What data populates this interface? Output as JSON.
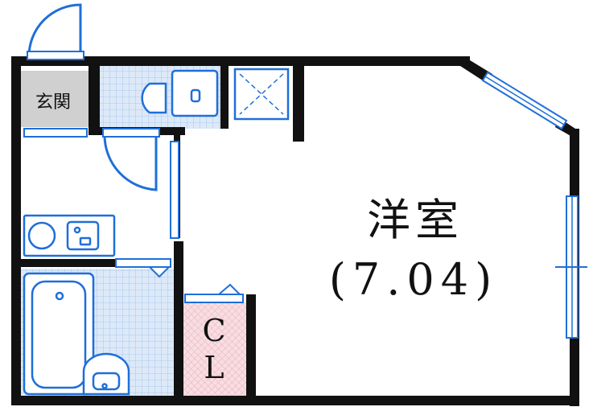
{
  "floorplan": {
    "rooms": {
      "main_room": {
        "name": "洋室",
        "area": "(7.04)"
      },
      "entrance": {
        "name": "玄関"
      },
      "closet": {
        "name_top": "C",
        "name_bottom": "L"
      }
    },
    "colors": {
      "wall": "#111111",
      "fixture": "#1e6fd9",
      "tile": "#d6e6f7",
      "closet_fill": "#f7d7dc",
      "entrance_fill": "#d0d0d0"
    }
  }
}
